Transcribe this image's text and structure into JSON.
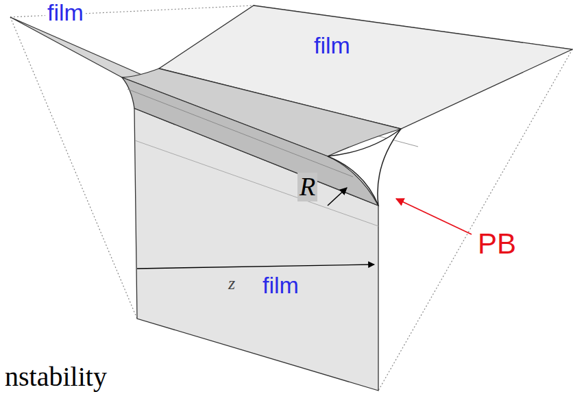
{
  "diagram": {
    "labels": [
      "film",
      "film",
      "film",
      "R",
      "z",
      "PB",
      "nstability"
    ]
  }
}
